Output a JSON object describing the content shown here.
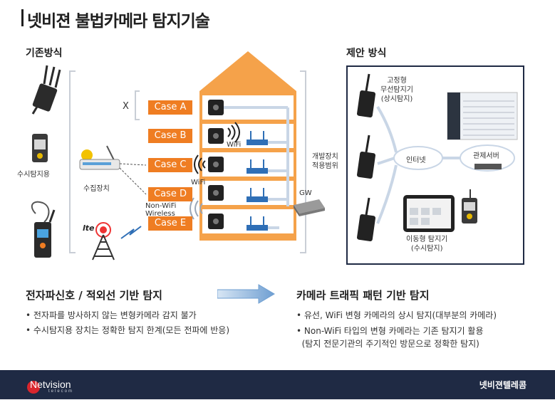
{
  "title": "넷비젼 불법카메라 탐지기술",
  "left_section": {
    "heading": "기존방식",
    "detector_label": "수시탐지용",
    "collector_label": "수집장치",
    "lte_label": "lte",
    "x_mark": "X"
  },
  "cases": [
    "Case A",
    "Case B",
    "Case C",
    "Case D",
    "Case E"
  ],
  "wireless": {
    "wifi_b": "WiFi",
    "wifi_c": "WiFi",
    "non_wifi": "Non-WiFi",
    "wireless": "Wireless",
    "gw": "GW"
  },
  "scope_label": [
    "개발장치",
    "적용범위"
  ],
  "right_section": {
    "heading": "제안 방식",
    "fixed_detector": [
      "고정형",
      "무선탐지기",
      "(상시탐지)"
    ],
    "internet": "인터넷",
    "server": "관제서버",
    "mobile_detector": [
      "이동형 탐지기",
      "(수시탐지)"
    ]
  },
  "bottom_left": {
    "heading": "전자파신호 / 적외선 기반 탐지",
    "bullets": [
      "• 전자파를 방사하지 않는 변형카메라 감지 불가",
      "• 수시탐지용 장치는 정확한 탐지 한계(모든 전파에 반응)"
    ]
  },
  "bottom_right": {
    "heading": "카메라 트래픽 패턴 기반 탐지",
    "bullets": [
      "• 유선, WiFi 변형 카메라의 상시 탐지(대부분의 카메라)",
      "• Non-WiFi 타입의 변형 카메라는 기존 탐지기 활용",
      "  (탐지 전문기관의 주기적인 방문으로 정확한 탐지)"
    ]
  },
  "footer": {
    "logo": "Netvision",
    "logo_sub": "telecom",
    "company": "넷비젼텔레콤"
  },
  "colors": {
    "case_orange": "#ef7d22",
    "building_orange": "#f5a24a",
    "device_blue": "#2f6fb6",
    "navy": "#1f2a44",
    "frame_gray": "#c9ced6"
  }
}
